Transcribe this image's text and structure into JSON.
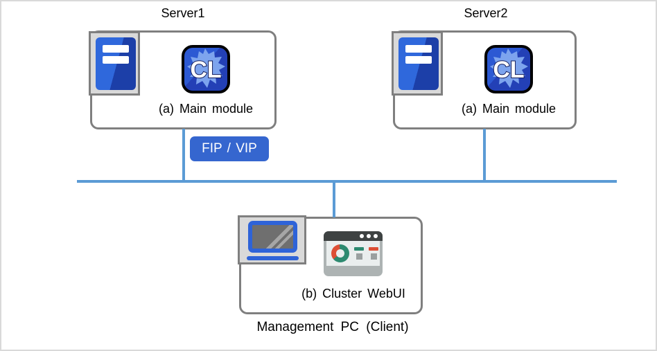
{
  "servers": [
    {
      "name": "Server1",
      "module_label": "(a) Main module"
    },
    {
      "name": "Server2",
      "module_label": "(a) Main module"
    }
  ],
  "badge": {
    "label": "FIP / VIP"
  },
  "management": {
    "module_label": "(b) Cluster WebUI",
    "caption": "Management PC (Client)"
  },
  "icons": {
    "server_tower": "server-tower-icon",
    "cl_app": "cl-app-icon",
    "cl_app_text": "CL",
    "laptop": "laptop-icon",
    "webui_dashboard": "browser-dashboard-icon"
  },
  "colors": {
    "network_line": "#5b9bd5",
    "badge_background": "#3566cf",
    "box_border": "#7f7f7f",
    "tile_background": "#d9d9d9",
    "icon_blue": "#2e63d8",
    "icon_blue_dark": "#1c3fa8",
    "cl_blob_blue": "#7da4ee",
    "donut_teal": "#2d8a70",
    "donut_red": "#dd4f35",
    "browser_chrome": "#adb3b3",
    "browser_header": "#3e4242"
  }
}
